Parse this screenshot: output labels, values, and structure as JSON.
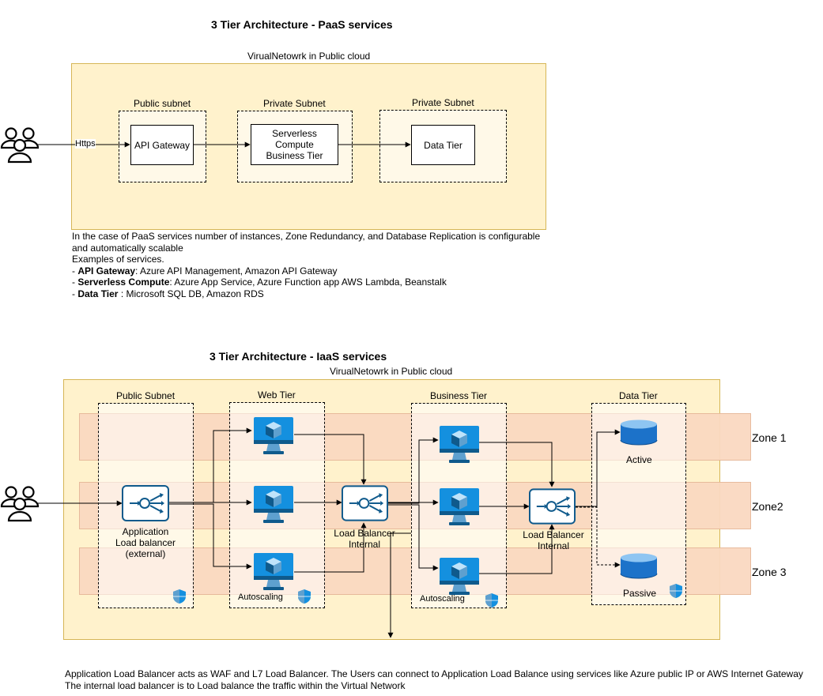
{
  "paas": {
    "title": "3 Tier Architecture - PaaS services",
    "vnet_label": "VirualNetowrk in Public cloud",
    "subnets": [
      "Public subnet",
      "Private Subnet",
      "Private Subnet"
    ],
    "nodes": {
      "api_gateway": "API Gateway",
      "serverless_line1": "Serverless",
      "serverless_line2": "Compute",
      "serverless_line3": "Business Tier",
      "data_tier": "Data Tier"
    },
    "https_label": "Https",
    "description": {
      "line1": "In the case of PaaS services number of instances, Zone Redundancy, and Database Replication is configurable",
      "line2": "and automatically scalable",
      "line3": "Examples of services.",
      "item1_key": "API Gateway",
      "item1_val": ": Azure API Management, Amazon API Gateway",
      "item2_key": "Serverless Compute",
      "item2_val": ": Azure App Service, Azure Function app AWS Lambda, Beanstalk",
      "item3_key": "Data Tier",
      "item3_val": " : Microsoft SQL DB, Amazon RDS"
    }
  },
  "iaas": {
    "title": "3 Tier Architecture - IaaS services",
    "vnet_label": "VirualNetowrk in Public cloud",
    "subnets": [
      "Public Subnet",
      "Web Tier",
      "Business Tier",
      "Data Tier"
    ],
    "zones": [
      "Zone 1",
      "Zone2",
      "Zone 3"
    ],
    "alb_line1": "Application",
    "alb_line2": "Load balancer",
    "alb_line3": "(external)",
    "lb_internal_line1": "Load Balancer",
    "lb_internal_line2": "Internal",
    "autoscaling": "Autoscaling",
    "db_active": "Active",
    "db_passive": "Passive",
    "footer_line1": "Application Load Balancer acts as WAF and L7 Load Balancer. The Users can connect to Application Load Balance using services like Azure public IP or AWS Internet Gateway",
    "footer_line2": "The internal load balancer is to Load balance the traffic within the Virtual Network"
  },
  "colors": {
    "vnet_fill": "#fff2cc",
    "vnet_border": "#d6b656",
    "zone_fill": "#fad9c1",
    "azure_blue": "#1490df",
    "vm_dark": "#0f5a8c",
    "db_blue": "#1c72c9"
  },
  "icons": [
    "users-icon",
    "virtual-machine-icon",
    "load-balancer-icon",
    "database-icon",
    "shield-icon"
  ]
}
